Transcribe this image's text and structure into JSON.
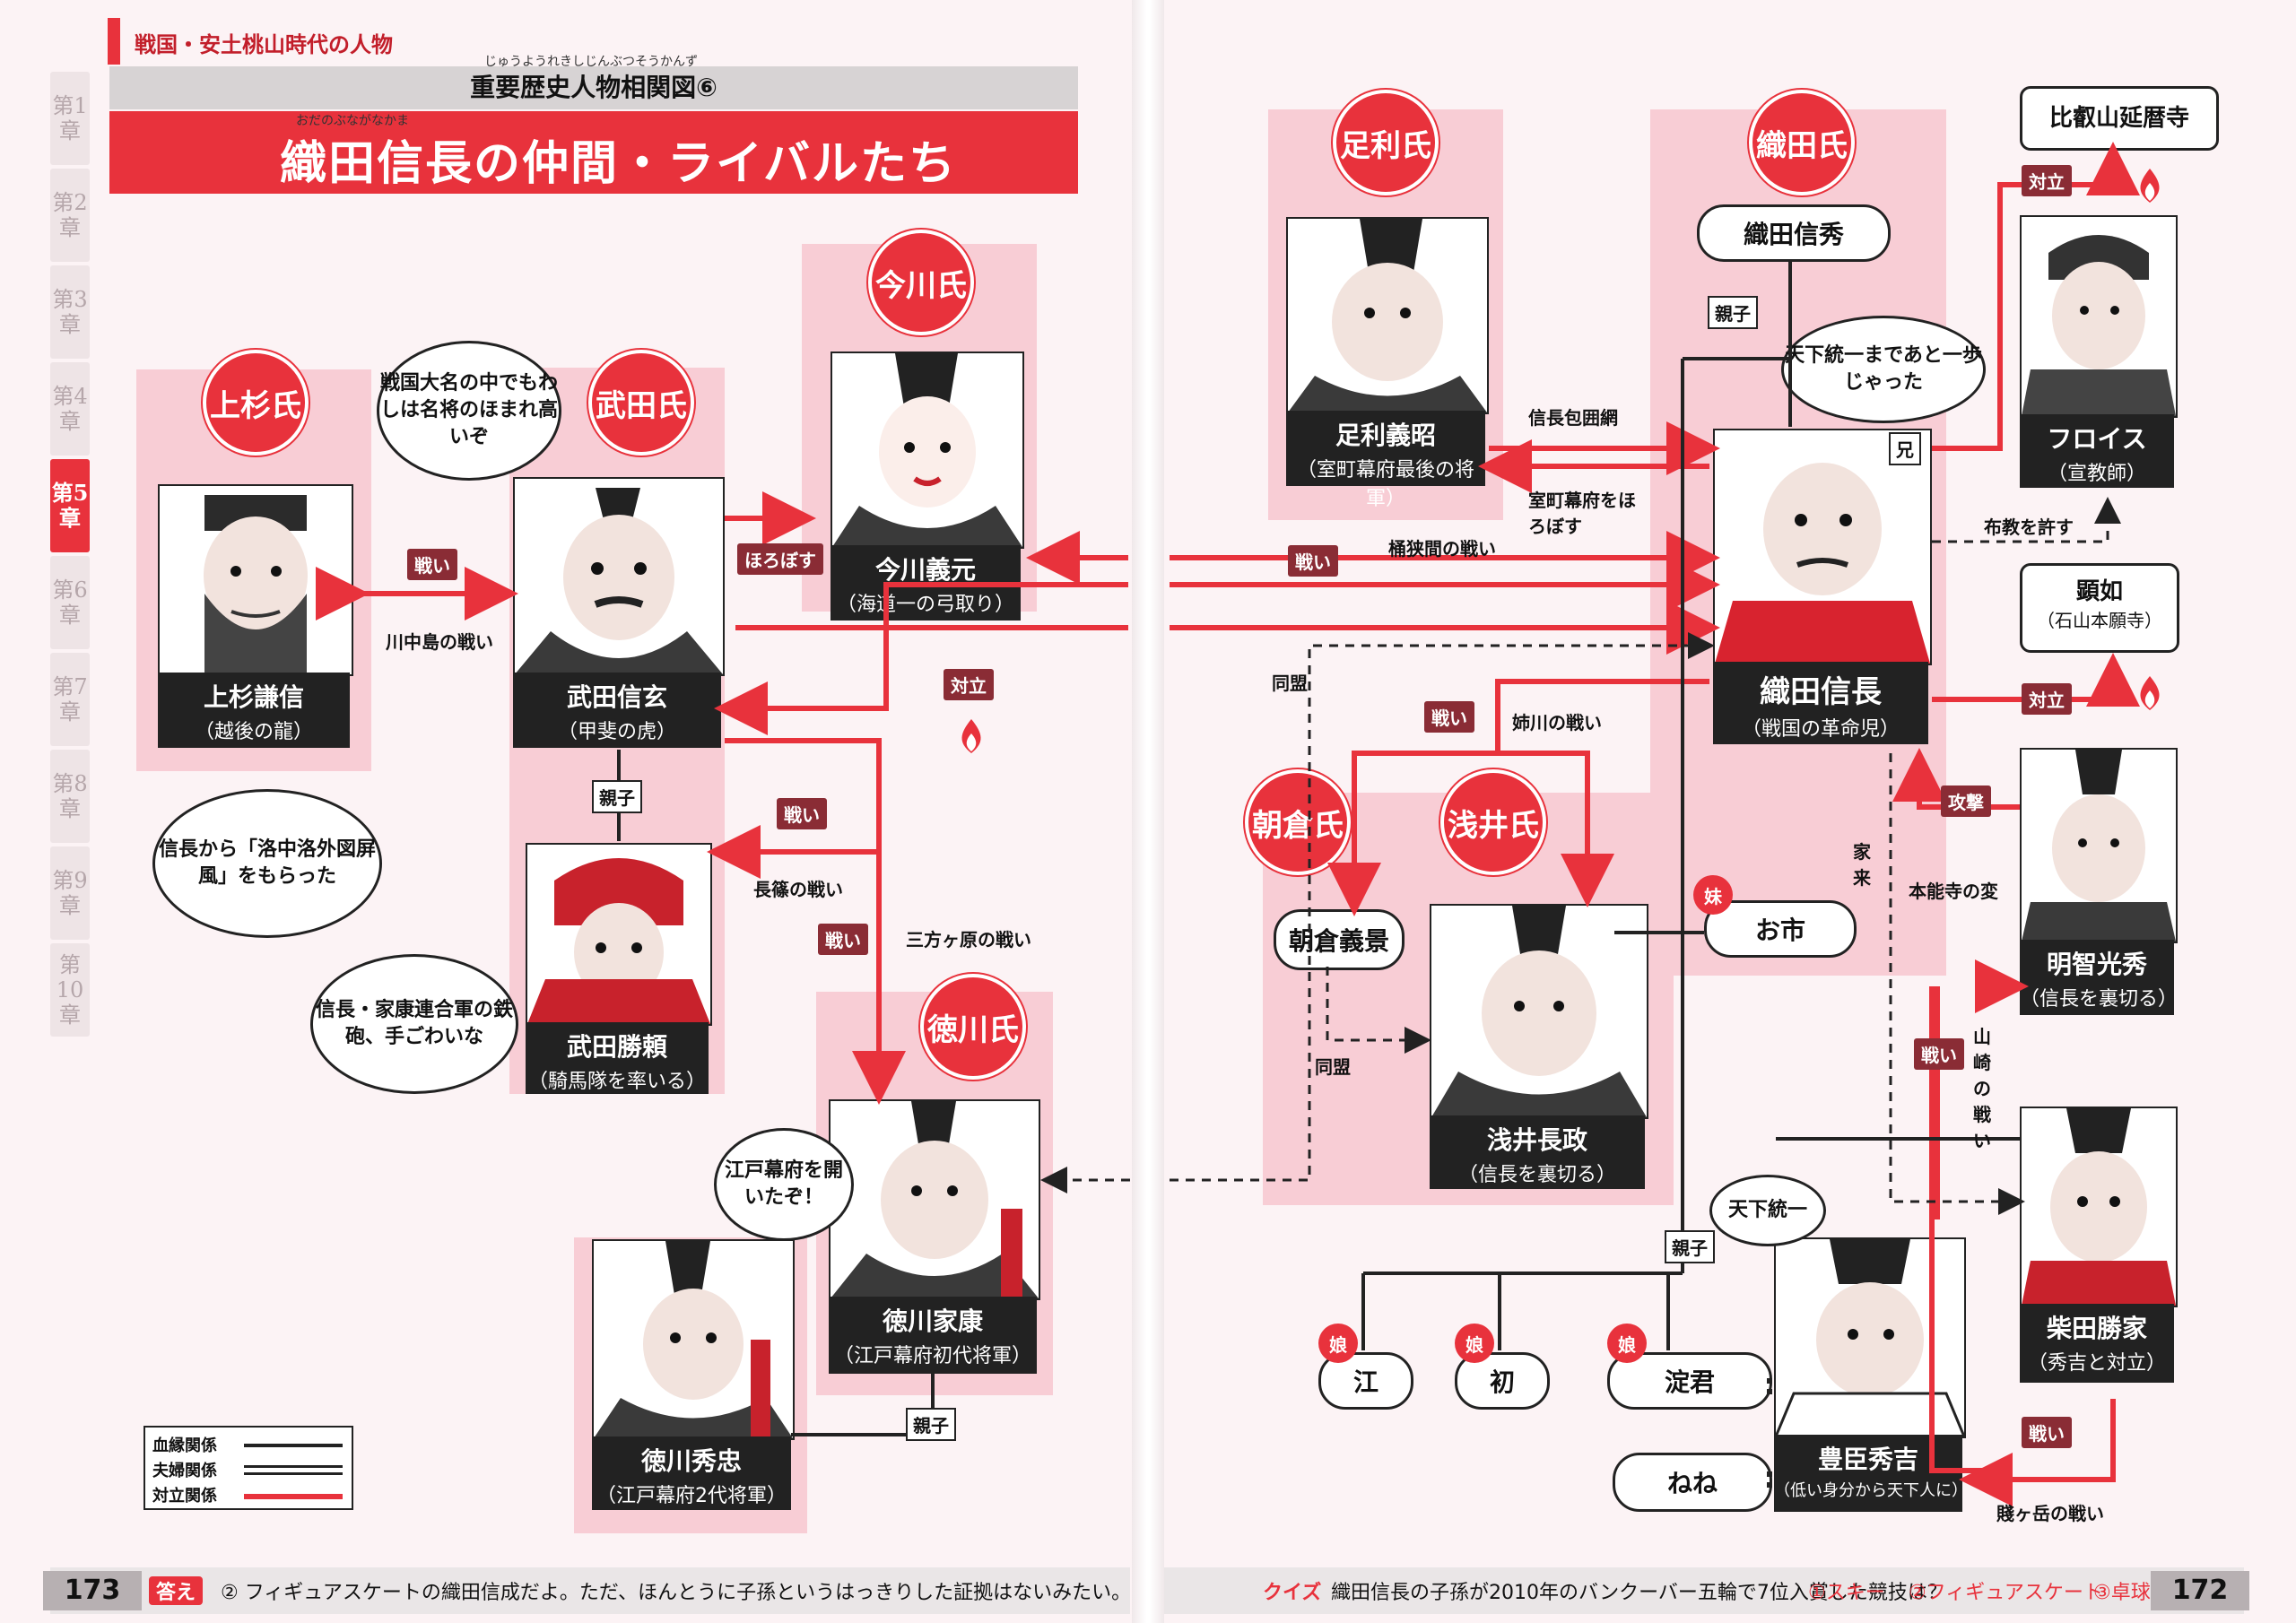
{
  "running_header": "戦国・安土桃山時代の人物",
  "chapters": [
    {
      "label": "第1章",
      "active": false
    },
    {
      "label": "第2章",
      "active": false
    },
    {
      "label": "第3章",
      "active": false
    },
    {
      "label": "第4章",
      "active": false
    },
    {
      "label": "第5章",
      "active": true
    },
    {
      "label": "第6章",
      "active": false
    },
    {
      "label": "第7章",
      "active": false
    },
    {
      "label": "第8章",
      "active": false
    },
    {
      "label": "第9章",
      "active": false
    },
    {
      "label": "第10章",
      "active": false
    }
  ],
  "heading": {
    "subtitle": "重要歴史人物相関図⑥",
    "subtitle_ruby": "じゅうようれきしじんぶつそうかんず",
    "title": "織田信長の仲間・ライバルたち",
    "title_ruby": "おだのぶながなかま"
  },
  "clans": {
    "uesugi": "上杉氏",
    "takeda": "武田氏",
    "imagawa": "今川氏",
    "tokugawa": "徳川氏",
    "ashikaga": "足利氏",
    "oda": "織田氏",
    "asakura": "朝倉氏",
    "azai": "浅井氏"
  },
  "people": {
    "kenshin": {
      "name": "上杉謙信",
      "desc": "（越後の龍）"
    },
    "shingen": {
      "name": "武田信玄",
      "desc": "（甲斐の虎）"
    },
    "katsuyori": {
      "name": "武田勝頼",
      "desc": "（騎馬隊を率いる）"
    },
    "yoshimoto": {
      "name": "今川義元",
      "desc": "（海道一の弓取り）"
    },
    "ieyasu": {
      "name": "徳川家康",
      "desc": "（江戸幕府初代将軍）"
    },
    "hidetada": {
      "name": "徳川秀忠",
      "desc": "（江戸幕府2代将軍）"
    },
    "yoshiaki": {
      "name": "足利義昭",
      "desc": "（室町幕府最後の将軍）"
    },
    "nobunaga": {
      "name": "織田信長",
      "desc": "（戦国の革命児）"
    },
    "nagamasa": {
      "name": "浅井長政",
      "desc": "（信長を裏切る）"
    },
    "frois": {
      "name": "フロイス",
      "desc": "（宣教師）"
    },
    "mitsuhide": {
      "name": "明智光秀",
      "desc": "（信長を裏切る）"
    },
    "katsuie": {
      "name": "柴田勝家",
      "desc": "（秀吉と対立）"
    },
    "hideyoshi": {
      "name": "豊臣秀吉",
      "desc": "（低い身分から天下人に）"
    }
  },
  "simple_nodes": {
    "nobuhide": "織田信秀",
    "enryakuji": "比叡山延暦寺",
    "kennyo": "顕如",
    "kennyo_desc": "（石山本願寺）",
    "yoshikage": "朝倉義景",
    "oichi": "お市",
    "go": "江",
    "hatsu": "初",
    "yodo": "淀君",
    "nene": "ねね"
  },
  "speech": {
    "shingen": "戦国大名の中でもわしは名将のほまれ高いぞ",
    "kenshin": "信長から「洛中洛外図屏風」をもらった",
    "katsuyori": "信長・家康連合軍の鉄砲、手ごわいな",
    "ieyasu": "江戸幕府を開いたぞ！",
    "nobunaga": "天下統一まであと一歩じゃった",
    "hideyoshi": "天下統一"
  },
  "relations": {
    "sen": "戦い",
    "kawanakajima": "川中島の戦い",
    "horobosu": "ほろぼす",
    "oyako": "親子",
    "nagashino": "長篠の戦い",
    "mikatagahara": "三方ヶ原の戦い",
    "taiiritsu": "対立",
    "okehazama": "桶狭間の戦い",
    "houimou": "信長包囲網",
    "muromachi": "室町幕府をほろぼす",
    "anegawa": "姉川の戦い",
    "doumei": "同盟",
    "fukyou": "布教を許す",
    "kougeki": "攻撃",
    "honnoji": "本能寺の変",
    "yamazaki": "山崎の戦い",
    "kerai": "家来",
    "shizugatake": "賤ヶ岳の戦い",
    "ani": "兄",
    "imouto": "妹",
    "musume": "娘"
  },
  "legend": {
    "blood": "血縁関係",
    "marriage": "夫婦関係",
    "conflict": "対立関係"
  },
  "footer": {
    "left_page": "173",
    "right_page": "172",
    "answer_label": "答え",
    "answer_text": "② フィギュアスケートの織田信成だよ。ただ、ほんとうに子孫というはっきりした証拠はないみたい。",
    "quiz_label": "クイズ",
    "quiz_text": "織田信長の子孫が2010年のバンクーバー五輪で7位入賞した競技は？",
    "quiz_opt1": "①スキー",
    "quiz_opt2": "②フィギュアスケート",
    "quiz_opt3": "③卓球"
  },
  "colors": {
    "accent": "#e8323c",
    "pink": "#f8cdd5",
    "dark": "#222222",
    "tag": "#8a2c35"
  }
}
